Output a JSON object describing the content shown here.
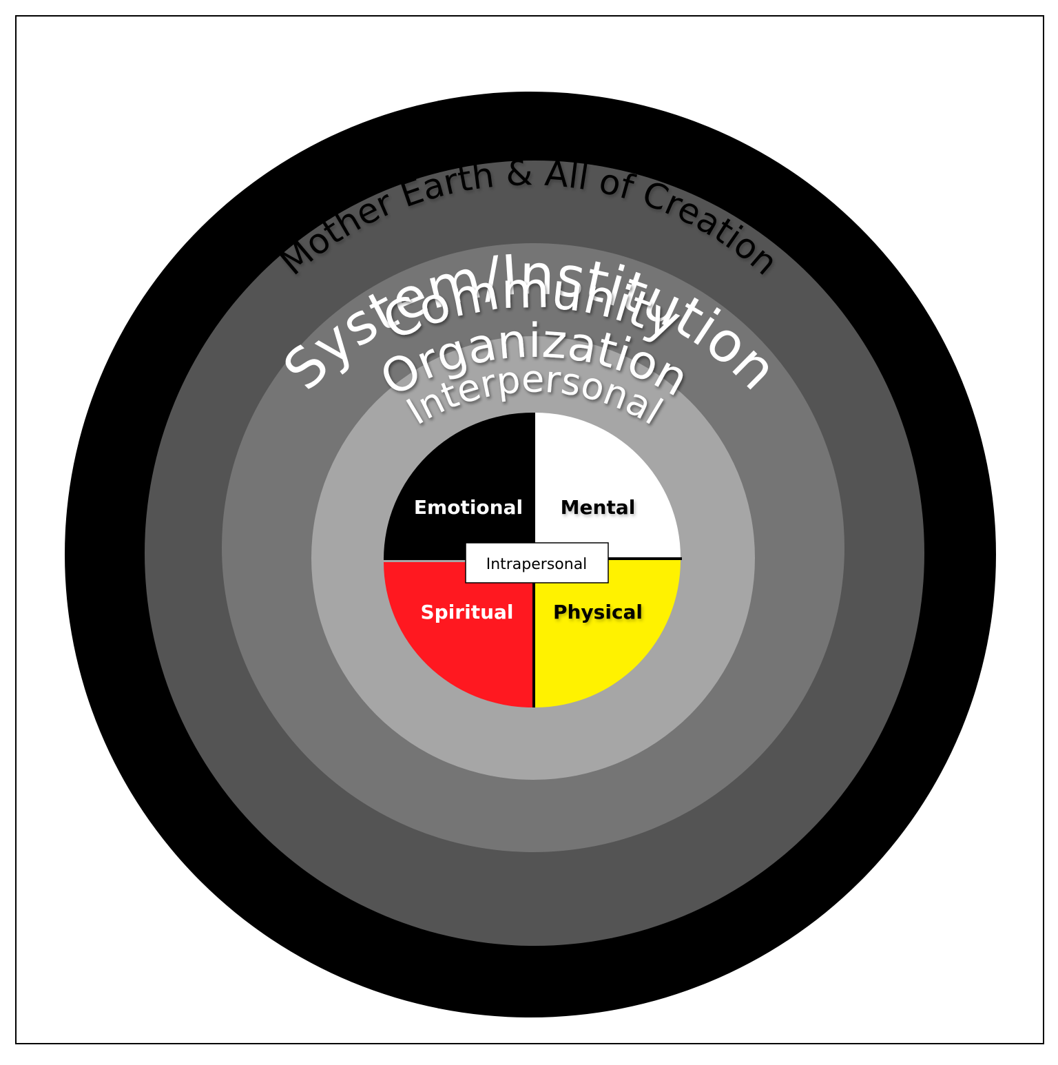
{
  "layers": [
    {
      "id": "mother-earth",
      "label": "Mother Earth & All of Creation",
      "fill": "#ffffff",
      "text_color": "#000000"
    },
    {
      "id": "system-institution",
      "label": "System/Institution",
      "fill": "#000000",
      "text_color": "#ffffff"
    },
    {
      "id": "community",
      "label": "Community",
      "fill": "#545454",
      "text_color": "#ffffff"
    },
    {
      "id": "organization",
      "label": "Organization",
      "fill": "#757575",
      "text_color": "#ffffff"
    },
    {
      "id": "interpersonal",
      "label": "Interpersonal",
      "fill": "#a6a6a6",
      "text_color": "#ffffff"
    }
  ],
  "medicine_wheel": {
    "quadrants": [
      {
        "id": "emotional",
        "label": "Emotional",
        "fill": "#000000",
        "text_color": "#ffffff"
      },
      {
        "id": "mental",
        "label": "Mental",
        "fill": "#ffffff",
        "text_color": "#000000"
      },
      {
        "id": "spiritual",
        "label": "Spiritual",
        "fill": "#ff1820",
        "text_color": "#ffffff"
      },
      {
        "id": "physical",
        "label": "Physical",
        "fill": "#fff200",
        "text_color": "#000000"
      }
    ],
    "center_label": "Intrapersonal"
  }
}
